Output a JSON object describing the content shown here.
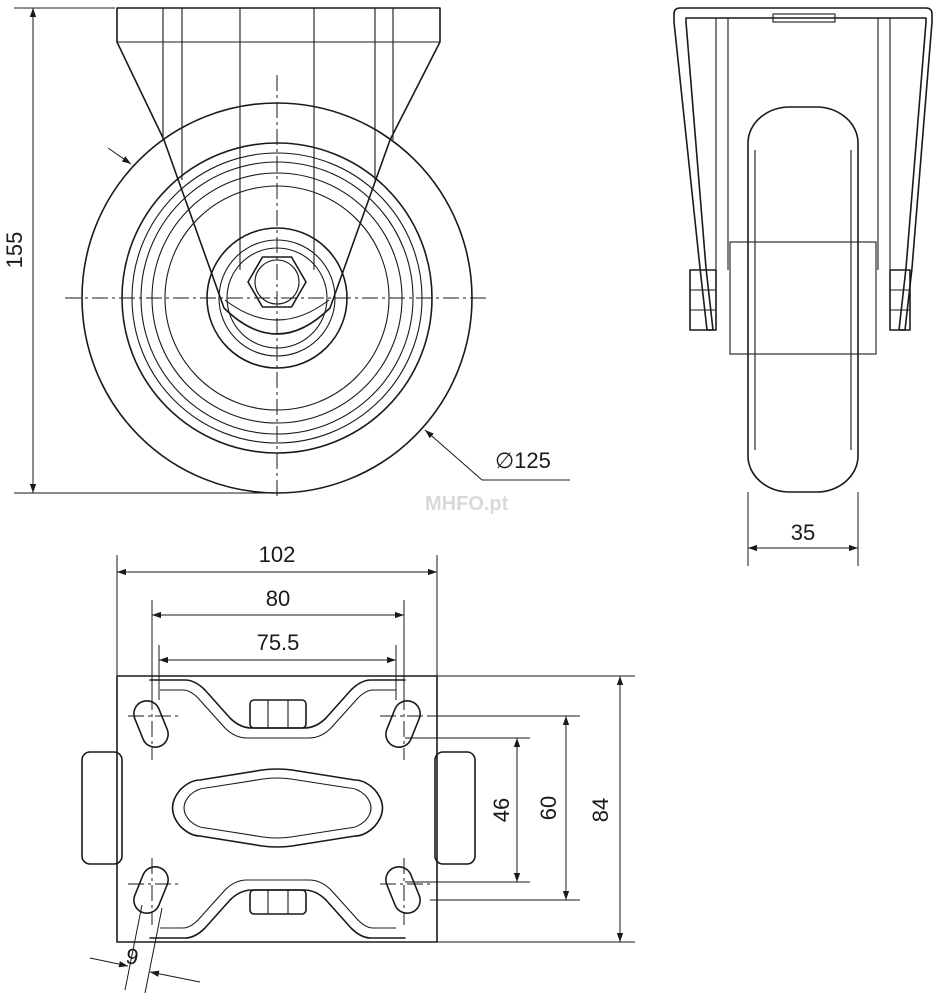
{
  "drawing": {
    "watermark": "MHFO.pt",
    "dimensions": {
      "height_total": "155",
      "wheel_diameter": "∅125",
      "wheel_width": "35",
      "plate_width": "102",
      "hole_spacing_outer": "80",
      "hole_spacing_inner": "75.5",
      "hole_span_inner_v": "46",
      "hole_span_outer_v": "60",
      "plate_length": "84",
      "slot_width": "9"
    },
    "colors": {
      "line": "#1a1a1a",
      "background": "#ffffff"
    }
  }
}
